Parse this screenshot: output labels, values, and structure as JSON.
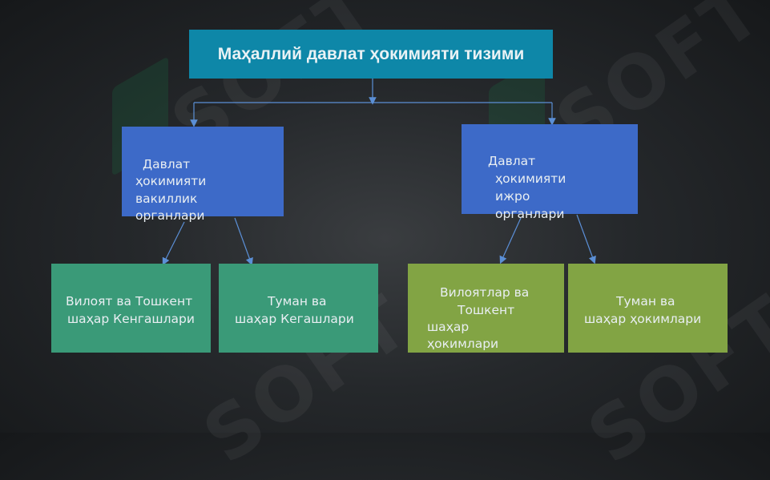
{
  "title": "Маҳаллий давлат ҳокимияти тизими",
  "branches": [
    {
      "id": "representative",
      "label_lines": [
        "Давлат",
        "ҳокимияти",
        "вакиллик",
        "органлари"
      ]
    },
    {
      "id": "executive",
      "label_lines": [
        "Давлат",
        "ҳокимияти",
        "ижро",
        "органлари"
      ]
    }
  ],
  "leaves": [
    {
      "parent": "representative",
      "label_lines": [
        "Вилоят ва Тошкент",
        "шаҳар Кенгашлари"
      ]
    },
    {
      "parent": "representative",
      "label_lines": [
        "Туман ва",
        "шаҳар Кегашлари"
      ]
    },
    {
      "parent": "executive",
      "label_lines": [
        "Вилоятлар ва",
        "Тошкент",
        "шаҳар",
        "ҳокимлари"
      ]
    },
    {
      "parent": "executive",
      "label_lines": [
        "Туман ва",
        "шаҳар ҳокимлари"
      ]
    }
  ],
  "colors": {
    "title": "#0e87a8",
    "branch": "#3d6ac8",
    "leaf_representative": "#3a9a78",
    "leaf_executive": "#82a444",
    "connector": "#5b8fd6"
  }
}
